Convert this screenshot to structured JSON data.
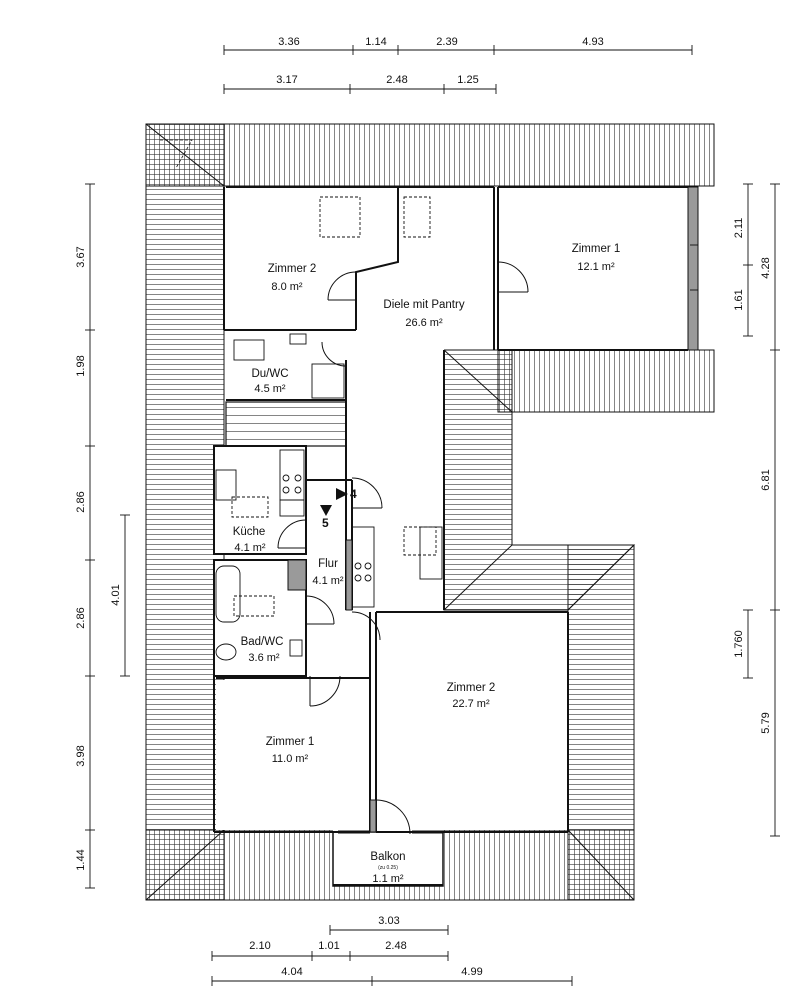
{
  "rooms": {
    "zimmer2_upper": {
      "name": "Zimmer 2",
      "area": "8.0 m²"
    },
    "diele": {
      "name": "Diele mit Pantry",
      "area": "26.6 m²"
    },
    "zimmer1_upper": {
      "name": "Zimmer 1",
      "area": "12.1 m²"
    },
    "duwc": {
      "name": "Du/WC",
      "area": "4.5 m²"
    },
    "kueche": {
      "name": "Küche",
      "area": "4.1 m²"
    },
    "flur": {
      "name": "Flur",
      "area": "4.1 m²"
    },
    "badwc": {
      "name": "Bad/WC",
      "area": "3.6 m²"
    },
    "zimmer2_lower": {
      "name": "Zimmer 2",
      "area": "22.7 m²"
    },
    "zimmer1_lower": {
      "name": "Zimmer 1",
      "area": "11.0 m²"
    },
    "balkon": {
      "name": "Balkon",
      "note": "(zu 0.25)",
      "area": "1.1 m²"
    }
  },
  "section_markers": {
    "a": "4",
    "b": "5"
  },
  "dimensions": {
    "top_row1": [
      "3.36",
      "1.14",
      "2.39",
      "4.93"
    ],
    "top_row2": [
      "3.17",
      "2.48",
      "1.25"
    ],
    "left_outer": [
      "3.67",
      "1.98",
      "2.86",
      "2.86",
      "3.98",
      "1.44"
    ],
    "left_inner": [
      "4.01"
    ],
    "right_outer": [
      "4.28",
      "6.81",
      "5.79"
    ],
    "right_inner": [
      "2.11",
      "1.61",
      "1.760"
    ],
    "bottom_row1": [
      "3.03"
    ],
    "bottom_row2": [
      "2.10",
      "1.01",
      "2.48"
    ],
    "bottom_row3": [
      "4.04",
      "4.99"
    ]
  },
  "colors": {
    "line": "#111111",
    "wall_fill": "#9a9a9a",
    "background": "#ffffff"
  }
}
